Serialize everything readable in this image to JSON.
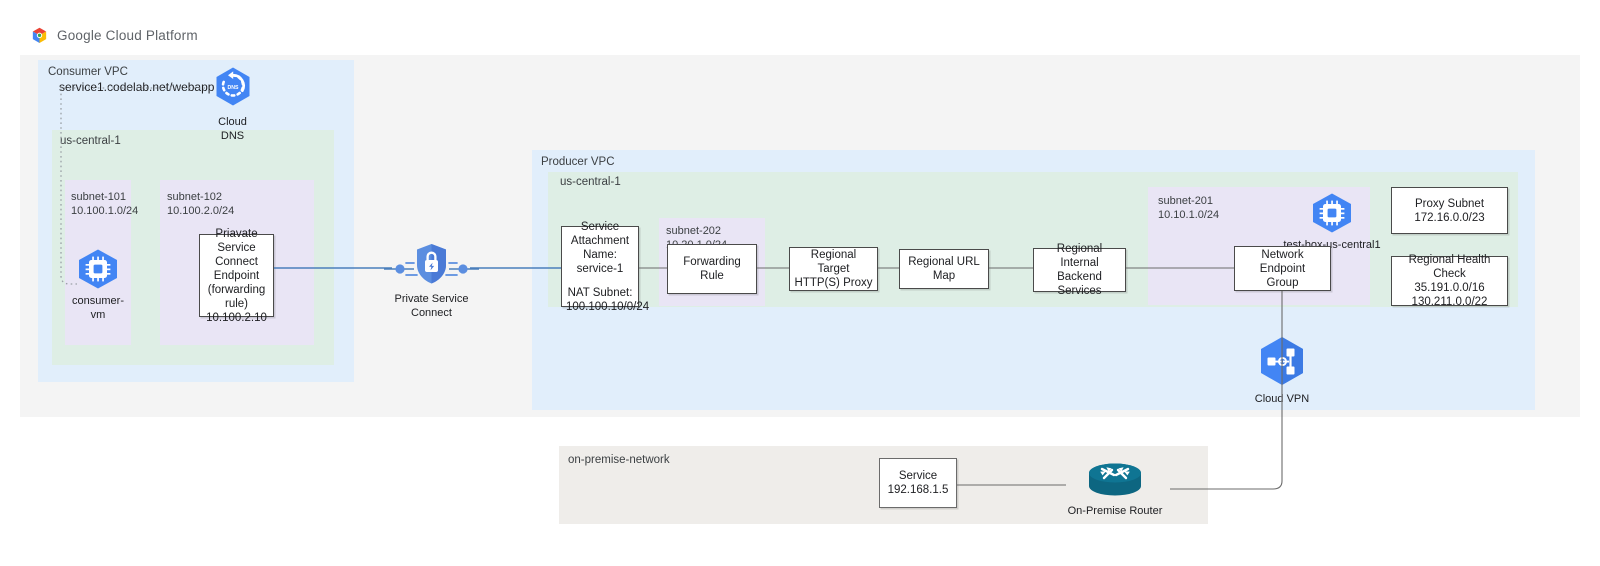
{
  "header": {
    "logo_icon": "google-cloud-platform-logo",
    "title": "Google Cloud Platform"
  },
  "consumer_vpc": {
    "label": "Consumer VPC",
    "region_label": "us-central-1",
    "dns_record": "service1.codelab.net/webapp",
    "cloud_dns": {
      "icon": "cloud-dns-icon",
      "label": "Cloud\nDNS"
    },
    "subnets": [
      {
        "name": "subnet-101",
        "cidr": "10.100.1.0/24"
      },
      {
        "name": "subnet-102",
        "cidr": "10.100.2.0/24"
      }
    ],
    "consumer_vm": {
      "icon": "compute-engine-vm-icon",
      "label": "consumer-vm"
    },
    "psc_endpoint": {
      "line1": "Priavate Service",
      "line2": "Connect Endpoint",
      "line3": "(forwarding rule)",
      "line4": "10.100.2.10"
    }
  },
  "private_service_connect": {
    "icon": "private-service-connect-icon",
    "label": "Private Service Connect"
  },
  "producer_vpc": {
    "label": "Producer VPC",
    "region_label": "us-central-1",
    "service_attachment": {
      "line1": "Service",
      "line2": "Attachment",
      "line3": "Name: service-1",
      "line4": "NAT Subnet:",
      "line5": "100.100.10/0/24"
    },
    "subnet_202": {
      "name": "subnet-202",
      "cidr": "10.20.1.0/24"
    },
    "forwarding_rule": "Forwarding Rule",
    "target_proxy": {
      "line1": "Regional Target",
      "line2": "HTTP(S) Proxy"
    },
    "url_map": "Regional URL Map",
    "backend_services": {
      "line1": "Regional Internal",
      "line2": "Backend Services"
    },
    "subnet_201": {
      "name": "subnet-201",
      "cidr": "10.10.1.0/24"
    },
    "test_box": {
      "icon": "compute-engine-vm-icon",
      "label": "test-box-us-central1"
    },
    "neg": {
      "line1": "Network Endpoint",
      "line2": "Group"
    },
    "proxy_subnet": {
      "line1": "Proxy Subnet",
      "line2": "172.16.0.0/23"
    },
    "health_check": {
      "line1": "Regional Health Check",
      "line2": "35.191.0.0/16",
      "line3": "130.211.0.0/22"
    }
  },
  "cloud_vpn": {
    "icon": "cloud-vpn-icon",
    "label": "Cloud VPN"
  },
  "on_premise": {
    "label": "on-premise-network",
    "service": {
      "line1": "Service",
      "line2": "192.168.1.5"
    },
    "router": {
      "icon": "router-icon",
      "label": "On-Premise Router"
    }
  },
  "colors": {
    "vpc_blue": "#e1eefb",
    "region_green": "#deeee5",
    "subnet_purple": "#e9e5f5",
    "outer_gray": "#f4f4f4",
    "onprem_gray": "#efedea",
    "google_blue": "#4285f4",
    "link_blue": "#4a7ebb",
    "link_gray": "#6b6b6b",
    "router_teal": "#0f6e8c"
  }
}
